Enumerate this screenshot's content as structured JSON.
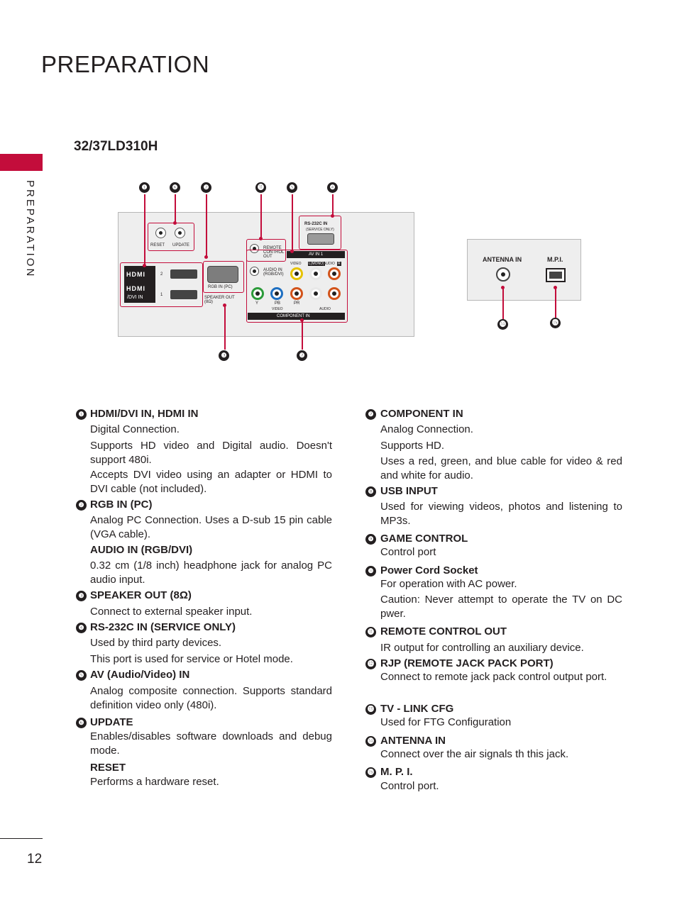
{
  "header": {
    "title": "PREPARATION",
    "side_label": "PREPARATION",
    "page_number": "12"
  },
  "model": "32/37LD310H",
  "diagram": {
    "callouts_top": [
      "❶",
      "❻",
      "❷",
      "⓫",
      "❺",
      "❹"
    ],
    "callouts_bottom": [
      "❸",
      "❼"
    ],
    "callouts_right": [
      "⓮",
      "⓯"
    ],
    "labels": {
      "reset": "RESET",
      "update": "UPDATE",
      "hdmi": "HDMI",
      "dvi_in": "/DVI IN",
      "hdmi_2": "2",
      "hdmi_1": "1",
      "rgb_in_pc": "RGB IN (PC)",
      "speaker_out": "SPEAKER OUT (8Ω)",
      "remote_control_out": "REMOTE CONTROL OUT",
      "audio_in_rgb_dvi": "AUDIO IN (RGB/DVI)",
      "rs232c_in": "RS-232C IN",
      "service_only": "(SERVICE ONLY)",
      "av_in_1": "AV IN 1",
      "video": "VIDEO",
      "audio": "AUDIO",
      "l_mono": "L(MONO)",
      "r": "R",
      "y": "Y",
      "pb": "PB",
      "pr": "PR",
      "component_in": "COMPONENT IN",
      "antenna_in": "ANTENNA IN",
      "mpi": "M.P.I."
    }
  },
  "items_left": [
    {
      "num": "❶",
      "title": "HDMI/DVI IN, HDMI IN"
    },
    {
      "text": "Digital Connection."
    },
    {
      "text": "Supports HD video and Digital audio. Doesn't support 480i."
    },
    {
      "text": "Accepts DVI video using an adapter or HDMI to DVI cable (not included)."
    },
    {
      "num": "❷",
      "title": "RGB IN (PC)"
    },
    {
      "text": "Analog PC Connection. Uses a D-sub 15 pin cable (VGA cable)."
    },
    {
      "title": "AUDIO IN (RGB/DVI)"
    },
    {
      "text": "0.32 cm (1/8 inch) headphone jack for analog PC audio input."
    },
    {
      "num": "❸",
      "title": "SPEAKER OUT (8Ω)"
    },
    {
      "text": "Connect to external speaker input."
    },
    {
      "num": "❹",
      "title": "RS-232C IN (SERVICE ONLY)"
    },
    {
      "text": "Used  by third party devices."
    },
    {
      "text": "This port is used for service or Hotel mode."
    },
    {
      "num": "❺",
      "title": "AV (Audio/Video) IN"
    },
    {
      "text": "Analog composite connection. Supports standard definition video only (480i)."
    },
    {
      "num": "❻",
      "title": "UPDATE"
    },
    {
      "text": "Enables/disables software downloads and debug mode."
    },
    {
      "title": "RESET"
    },
    {
      "text": "Performs a hardware reset."
    }
  ],
  "items_right": [
    {
      "num": "❼",
      "title": "COMPONENT IN"
    },
    {
      "text": "Analog Connection."
    },
    {
      "text": "Supports HD."
    },
    {
      "text": "Uses a red, green, and blue cable for video & red and white for audio."
    },
    {
      "num": "❽",
      "title": "USB INPUT"
    },
    {
      "text": "Used for viewing videos, photos and listening to MP3s."
    },
    {
      "num": "❾",
      "title": "GAME CONTROL"
    },
    {
      "text": "Control port"
    },
    {
      "num": "❿",
      "title": "Power Cord Socket"
    },
    {
      "text": "For operation with AC power."
    },
    {
      "text": "Caution: Never attempt to operate the TV on DC pwer."
    },
    {
      "num": "⓫",
      "title": "REMOTE CONTROL OUT"
    },
    {
      "text": "IR output for controlling an auxiliary device."
    },
    {
      "num": "⓬",
      "title": "RJP (REMOTE JACK PACK PORT)"
    },
    {
      "text": "Connect to remote jack pack control output port."
    },
    {
      "num": "⓭",
      "title": "TV - LINK CFG"
    },
    {
      "text": "Used for FTG Configuration"
    },
    {
      "num": "⓮",
      "title": "ANTENNA IN"
    },
    {
      "text": "Connect over the air signals th this jack."
    },
    {
      "num": "⓯",
      "title": "M. P. I."
    },
    {
      "text": "Control port."
    }
  ],
  "colors": {
    "accent": "#c30d3b",
    "text": "#231f20",
    "panel": "#eeeeee"
  }
}
